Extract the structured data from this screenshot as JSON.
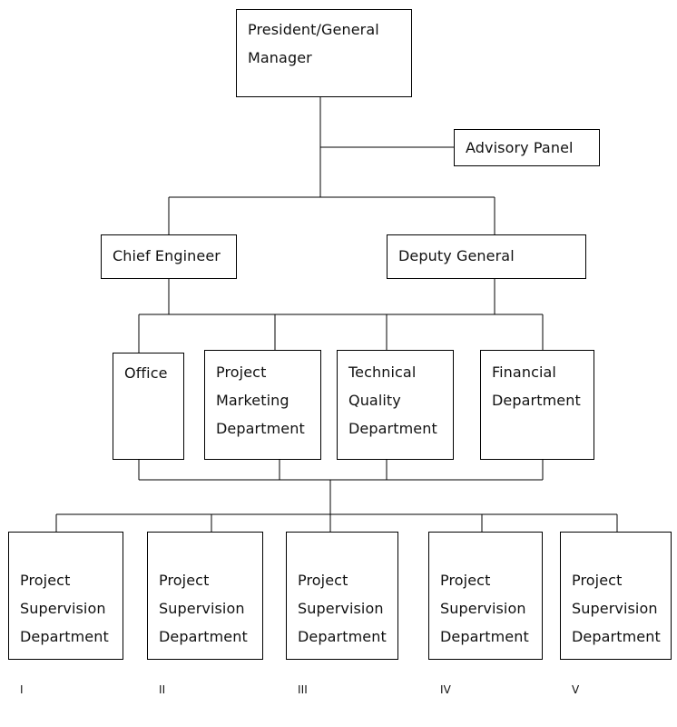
{
  "org_chart": {
    "president": "President/General Manager",
    "advisory_panel": "Advisory Panel",
    "chief_engineer": "Chief Engineer",
    "deputy_general": "Deputy General",
    "departments": [
      "Office",
      "Project Marketing Department",
      "Technical Quality Department",
      "Financial Department"
    ],
    "supervision_departments": [
      {
        "label": "Project Supervision Department",
        "numeral": "I"
      },
      {
        "label": "Project Supervision Department",
        "numeral": "II"
      },
      {
        "label": "Project Supervision Department",
        "numeral": "III"
      },
      {
        "label": "Project Supervision Department",
        "numeral": "IV"
      },
      {
        "label": "Project Supervision Department",
        "numeral": "V"
      }
    ]
  }
}
